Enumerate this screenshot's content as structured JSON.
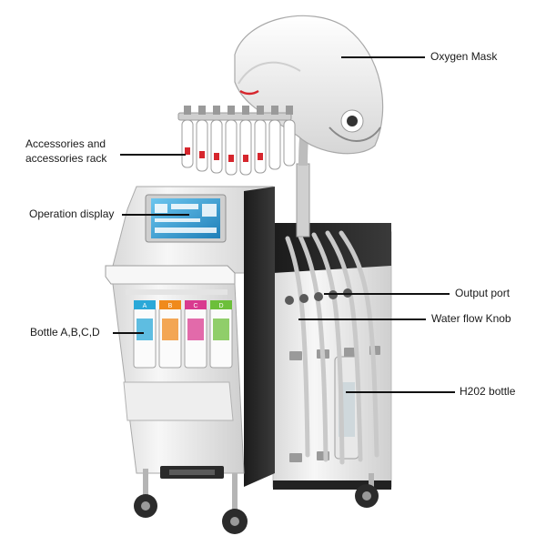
{
  "labels": {
    "oxygen_mask": "Oxygen Mask",
    "accessories": "Accessories and accessories rack",
    "operation_display": "Operation display",
    "bottles": "Bottle A,B,C,D",
    "output_port": "Output port",
    "water_flow_knob": "Water flow Knob",
    "h202_bottle": "H202 bottle"
  },
  "bottle_letters": [
    "A",
    "B",
    "C",
    "D"
  ],
  "colors": {
    "bottle_a": "#2aa8d8",
    "bottle_b": "#f08a1c",
    "bottle_c": "#d93a8f",
    "bottle_d": "#6cbf3a",
    "body": "#f3f3f3",
    "panel": "#2b2b2b",
    "screen": "#3ea7d9"
  }
}
